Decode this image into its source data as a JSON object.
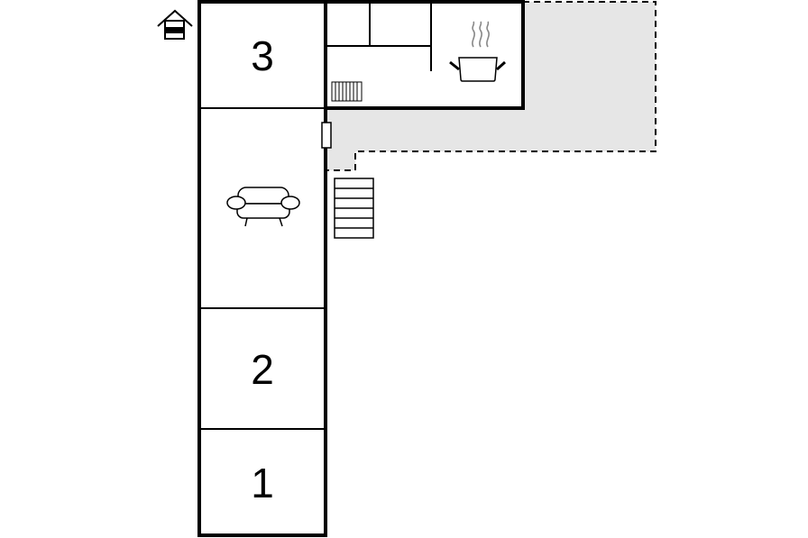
{
  "rooms": {
    "bedroom_3": "3",
    "bedroom_2": "2",
    "bedroom_1": "1"
  },
  "icons": {
    "entrance": "house-entrance-icon",
    "sofa": "sofa-icon",
    "cooking_pot": "cooking-pot-icon",
    "radiator": "radiator-icon",
    "stairs": "stairs-icon"
  },
  "colors": {
    "wall": "#000000",
    "terrace_fill": "#e6e6e6",
    "background": "#ffffff"
  }
}
